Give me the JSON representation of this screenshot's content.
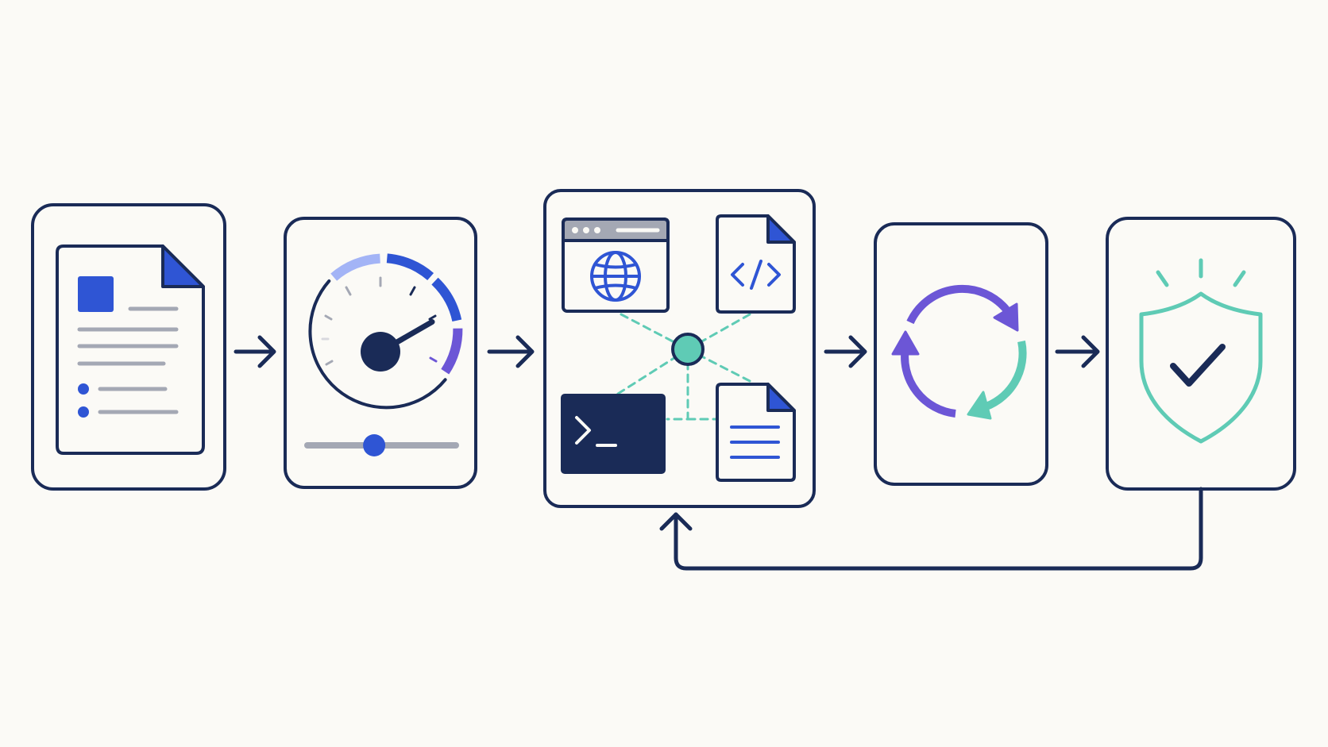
{
  "diagram": {
    "colors": {
      "background": "#fbfaf6",
      "navy": "#1a2b57",
      "blue": "#2f55d4",
      "light_blue": "#a3b4f6",
      "purple": "#6c56d6",
      "teal": "#5fcbb5",
      "gray": "#a4a8b4"
    },
    "stages": [
      {
        "icon": "document-icon"
      },
      {
        "icon": "speedometer-gauge-icon"
      },
      {
        "icon": "tools-hub-icon"
      },
      {
        "icon": "refresh-cycle-icon"
      },
      {
        "icon": "shield-check-icon"
      }
    ],
    "connectors": [
      {
        "from": 1,
        "to": 2,
        "kind": "arrow"
      },
      {
        "from": 2,
        "to": 3,
        "kind": "arrow"
      },
      {
        "from": 3,
        "to": 4,
        "kind": "arrow"
      },
      {
        "from": 4,
        "to": 5,
        "kind": "arrow"
      },
      {
        "from": 5,
        "to": 3,
        "kind": "feedback-loop"
      }
    ],
    "gauge": {
      "needle_level": 0.75,
      "slider_level": 0.45
    }
  }
}
